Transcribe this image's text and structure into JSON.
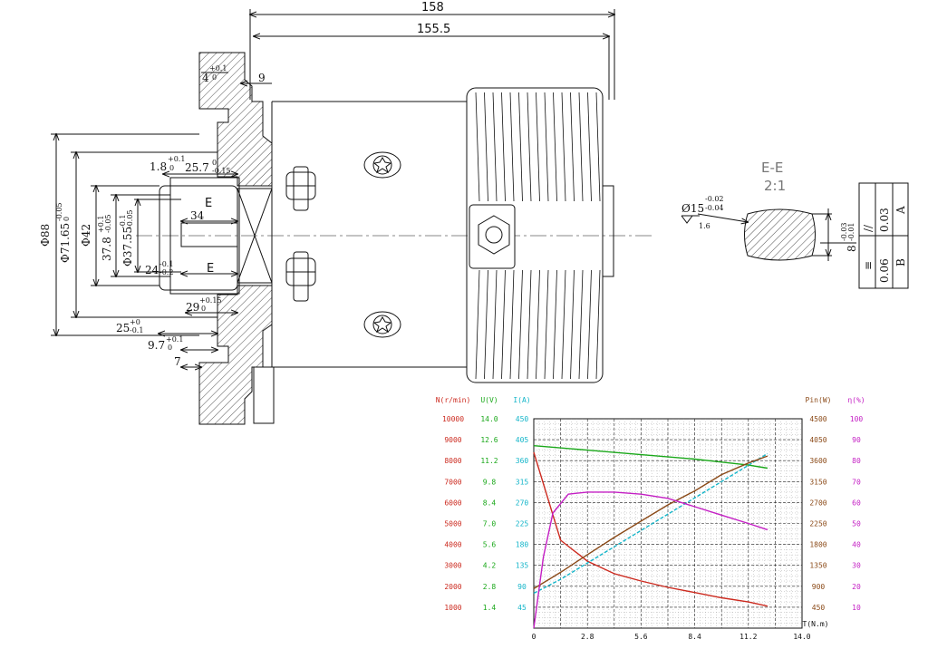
{
  "drawing": {
    "dims": {
      "overall": "158",
      "body": "155.5",
      "d4": "4",
      "d4_tol": "+0.1",
      "d4_tol2": "0",
      "d9": "9",
      "d1_8": "1.8",
      "d1_8_tol": "+0.1",
      "d1_8_tol2": "0",
      "d25_7": "25.7",
      "d25_7_tol": "0",
      "d25_7_tol2": "-0.15",
      "phi88": "Φ88",
      "phi71": "Φ71.65",
      "phi71_tol": "-0.05",
      "phi71_tol2": "0",
      "phi42": "Φ42",
      "d37_8": "37.8",
      "d37_8_tol": "+0.1",
      "d37_8_tol2": "-0.05",
      "phi37": "Φ37.55",
      "phi37_tol": "-0.1",
      "phi37_tol2": "-0.05",
      "d34": "34",
      "d24": "24",
      "d24_tol": "-0.1",
      "d24_tol2": "-0.2",
      "d29": "29",
      "d29_tol": "+0.15",
      "d29_tol2": "0",
      "d25": "25",
      "d25_tol": "+0",
      "d25_tol2": "-0.1",
      "d9_7": "9.7",
      "d9_7_tol": "+0.1",
      "d9_7_tol2": "0",
      "d7": "7",
      "section_e": "E",
      "section_e2": "E"
    },
    "detail": {
      "title": "E-E",
      "scale": "2:1",
      "phi15": "Ø15",
      "phi15_tol": "-0.02",
      "phi15_tol2": "-0.04",
      "rough": "1.6",
      "d8": "8",
      "d8_tol": "-0.03",
      "d8_tol2": "-0.01",
      "fc1_sym": "//",
      "fc1_val": "0.03",
      "fc1_ref": "A",
      "fc2_sym": "≡",
      "fc2_val": "0.06",
      "fc2_ref": "B"
    }
  },
  "chart_data": {
    "type": "line",
    "x": [
      0.0,
      1.4,
      2.8,
      4.2,
      5.6,
      7.0,
      8.4,
      9.8,
      11.2,
      12.2
    ],
    "xlabel": "T(N.m)",
    "xlim": [
      0,
      14.0
    ],
    "x_ticks": [
      "0",
      "2.8",
      "5.6",
      "8.4",
      "11.2",
      "14.0"
    ],
    "axes": [
      {
        "label": "N(r/min)",
        "color": "#cc2a1f",
        "ticks": [
          "1000",
          "2000",
          "3000",
          "4000",
          "5000",
          "6000",
          "7000",
          "8000",
          "9000",
          "10000"
        ]
      },
      {
        "label": "U(V)",
        "color": "#1aa81a",
        "ticks": [
          "1.4",
          "2.8",
          "4.2",
          "5.6",
          "7.0",
          "8.4",
          "9.8",
          "11.2",
          "12.6",
          "14.0"
        ]
      },
      {
        "label": "I(A)",
        "color": "#13b5c9",
        "ticks": [
          "45",
          "90",
          "135",
          "180",
          "225",
          "270",
          "315",
          "360",
          "405",
          "450"
        ]
      },
      {
        "label": "Pin(W)",
        "color": "#8b4a18",
        "ticks": [
          "450",
          "900",
          "1350",
          "1800",
          "2250",
          "2700",
          "3150",
          "3600",
          "4050",
          "4500"
        ]
      },
      {
        "label": "η(%)",
        "color": "#c41fc4",
        "ticks": [
          "10",
          "20",
          "30",
          "40",
          "50",
          "60",
          "70",
          "80",
          "90",
          "100"
        ]
      }
    ],
    "series": [
      {
        "axis": "N(r/min)",
        "color": "#cc2a1f",
        "points": [
          [
            0,
            8400
          ],
          [
            1.4,
            4200
          ],
          [
            2.8,
            3200
          ],
          [
            4.2,
            2600
          ],
          [
            5.6,
            2250
          ],
          [
            7.0,
            1950
          ],
          [
            8.4,
            1700
          ],
          [
            9.8,
            1450
          ],
          [
            11.2,
            1250
          ],
          [
            12.2,
            1050
          ]
        ]
      },
      {
        "axis": "U(V)",
        "color": "#1aa81a",
        "points": [
          [
            0,
            12.2
          ],
          [
            2.8,
            11.9
          ],
          [
            5.6,
            11.6
          ],
          [
            8.4,
            11.3
          ],
          [
            11.2,
            10.9
          ],
          [
            12.2,
            10.7
          ]
        ]
      },
      {
        "axis": "I(A)",
        "color": "#13b5c9",
        "points": [
          [
            0,
            75
          ],
          [
            1.4,
            105
          ],
          [
            2.8,
            140
          ],
          [
            4.2,
            175
          ],
          [
            5.6,
            210
          ],
          [
            7.0,
            245
          ],
          [
            8.4,
            280
          ],
          [
            9.8,
            315
          ],
          [
            11.2,
            350
          ],
          [
            12.2,
            375
          ]
        ]
      },
      {
        "axis": "Pin(W)",
        "color": "#8b4a18",
        "points": [
          [
            0,
            850
          ],
          [
            1.4,
            1200
          ],
          [
            2.8,
            1580
          ],
          [
            4.2,
            1950
          ],
          [
            5.6,
            2300
          ],
          [
            7.0,
            2650
          ],
          [
            8.4,
            2950
          ],
          [
            9.8,
            3300
          ],
          [
            11.2,
            3550
          ],
          [
            12.2,
            3700
          ]
        ]
      },
      {
        "axis": "η(%)",
        "color": "#c41fc4",
        "points": [
          [
            0,
            0
          ],
          [
            0.5,
            34
          ],
          [
            1.0,
            55
          ],
          [
            1.8,
            64
          ],
          [
            2.8,
            65
          ],
          [
            4.2,
            65
          ],
          [
            5.6,
            64
          ],
          [
            7.0,
            62
          ],
          [
            8.4,
            58
          ],
          [
            9.8,
            54
          ],
          [
            11.2,
            50
          ],
          [
            12.2,
            47
          ]
        ]
      }
    ]
  }
}
